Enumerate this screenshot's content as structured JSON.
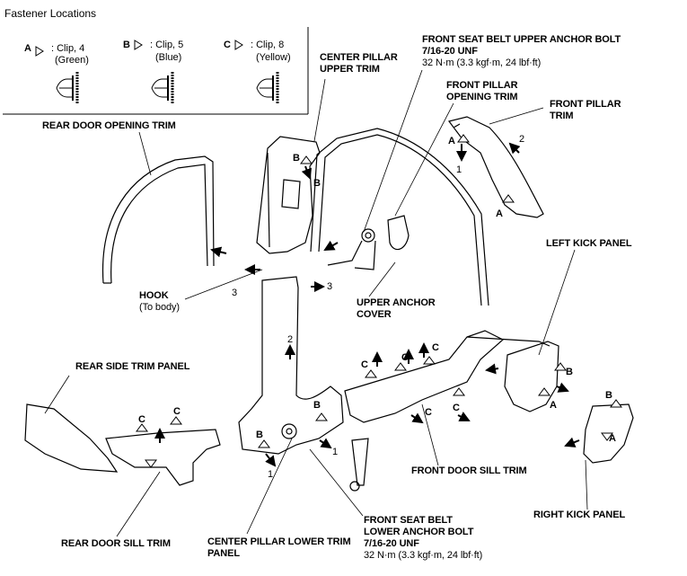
{
  "title": "Fastener Locations",
  "fasteners": [
    {
      "letter": "A",
      "line1": ": Clip, 4",
      "line2": "(Green)"
    },
    {
      "letter": "B",
      "line1": ": Clip, 5",
      "line2": "(Blue)"
    },
    {
      "letter": "C",
      "line1": ": Clip, 8",
      "line2": "(Yellow)"
    }
  ],
  "labels": {
    "rear_door_opening_trim": "REAR DOOR OPENING TRIM",
    "center_pillar_upper_trim_1": "CENTER PILLAR",
    "center_pillar_upper_trim_2": "UPPER TRIM",
    "upper_anchor_bolt_1": "FRONT SEAT BELT UPPER ANCHOR BOLT",
    "upper_anchor_bolt_2": "7/16-20 UNF",
    "upper_anchor_bolt_3": "32 N·m (3.3 kgf·m, 24 lbf·ft)",
    "front_pillar_opening_trim_1": "FRONT PILLAR",
    "front_pillar_opening_trim_2": "OPENING TRIM",
    "front_pillar_trim_1": "FRONT PILLAR",
    "front_pillar_trim_2": "TRIM",
    "left_kick_panel": "LEFT KICK PANEL",
    "hook_1": "HOOK",
    "hook_2": "(To body)",
    "upper_anchor_cover_1": "UPPER ANCHOR",
    "upper_anchor_cover_2": "COVER",
    "rear_side_trim_panel": "REAR SIDE TRIM PANEL",
    "front_door_sill_trim": "FRONT DOOR SILL TRIM",
    "right_kick_panel": "RIGHT KICK PANEL",
    "lower_anchor_bolt_1": "FRONT SEAT BELT",
    "lower_anchor_bolt_2": "LOWER ANCHOR BOLT",
    "lower_anchor_bolt_3": "7/16-20 UNF",
    "lower_anchor_bolt_4": "32 N·m (3.3 kgf·m, 24 lbf·ft)",
    "rear_door_sill_trim": "REAR DOOR SILL TRIM",
    "center_pillar_lower_trim_1": "CENTER PILLAR LOWER TRIM",
    "center_pillar_lower_trim_2": "PANEL"
  },
  "callouts": {
    "a": "A",
    "b": "B",
    "c": "C",
    "n1": "1",
    "n2": "2",
    "n3": "3"
  }
}
